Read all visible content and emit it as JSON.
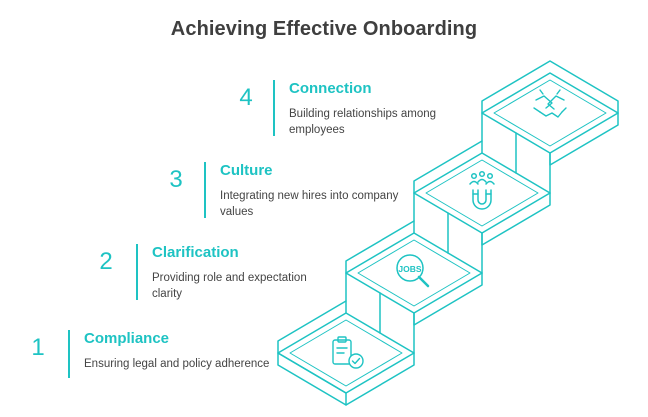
{
  "title": "Achieving Effective Onboarding",
  "colors": {
    "accent": "#1ec3c3",
    "title": "#3f3f3f",
    "text": "#444444"
  },
  "steps": [
    {
      "number": "1",
      "heading": "Compliance",
      "description": "Ensuring legal and policy adherence",
      "icon": "checklist-icon"
    },
    {
      "number": "2",
      "heading": "Clarification",
      "description": "Providing role and expectation clarity",
      "icon": "jobs-magnifier-icon",
      "icon_text": "JOBS"
    },
    {
      "number": "3",
      "heading": "Culture",
      "description": "Integrating new hires into company values",
      "icon": "magnet-people-icon"
    },
    {
      "number": "4",
      "heading": "Connection",
      "description": "Building relationships among employees",
      "icon": "handshake-icon"
    }
  ]
}
